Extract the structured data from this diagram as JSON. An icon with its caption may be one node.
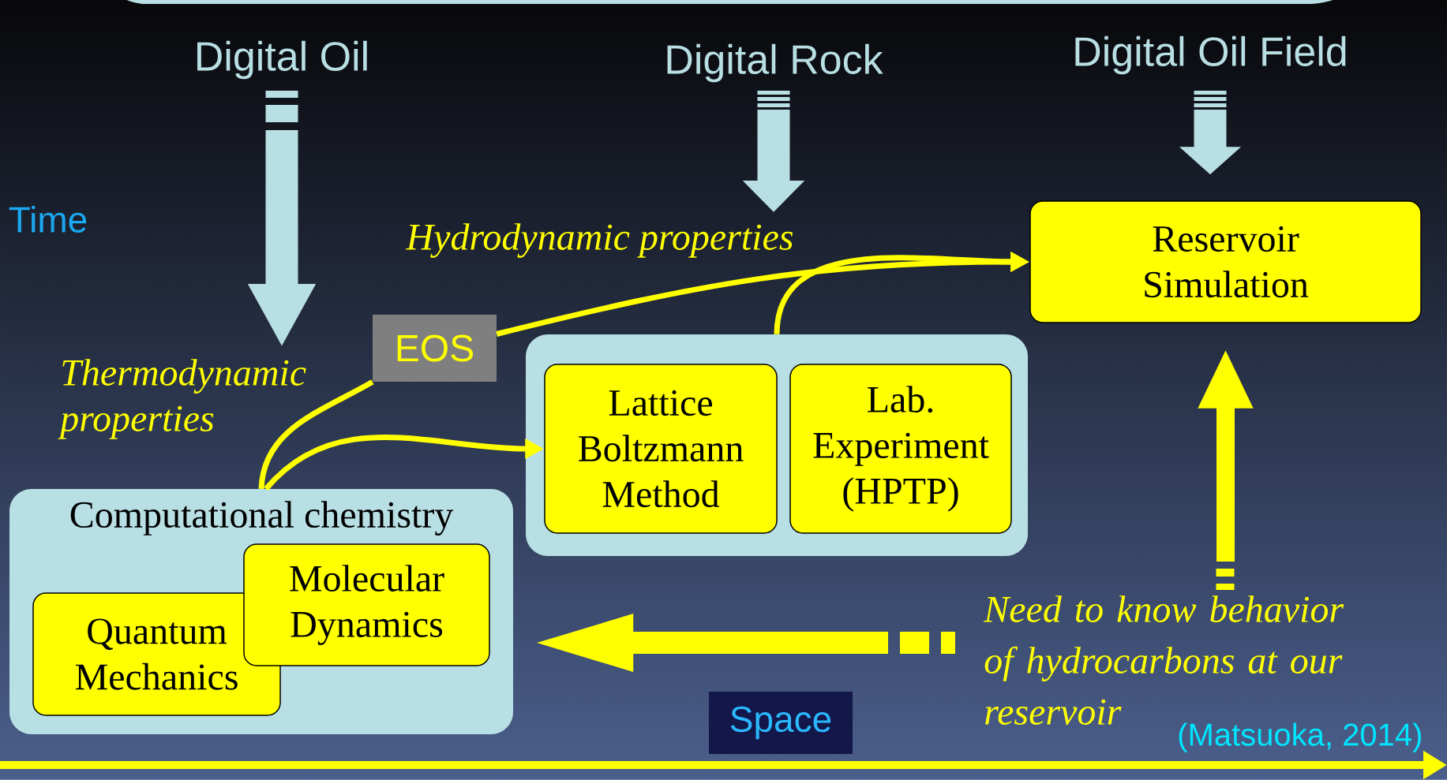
{
  "diagram": {
    "nodes": [
      {
        "text": [
          "Digital Oil"
        ]
      },
      {
        "text": [
          "Digital Rock"
        ]
      },
      {
        "text": [
          "Digital Oil Field"
        ]
      },
      {
        "text": [
          "Reservoir Simulation"
        ]
      },
      {
        "text": [
          "EOS"
        ]
      },
      {
        "text": [],
        "shape": "box"
      },
      {
        "text": [
          "Lattice Boltzmann Method"
        ],
        "in": 5
      },
      {
        "text": [
          "Lab. Experiment (HPTP)"
        ],
        "in": 5
      },
      {
        "text": [
          "Computational chemistry"
        ]
      },
      {
        "text": [
          "Quantum Mechanics"
        ],
        "in": 8
      },
      {
        "text": [
          "Molecular Dynamics"
        ],
        "in": 8
      },
      {
        "text": [
          "Need to know behavior of hydrocarbons at our reservoir"
        ]
      }
    ],
    "edges": [
      {
        "from": 0,
        "to": null,
        "arrow": "to",
        "color": "#b8dfe3"
      },
      {
        "from": 1,
        "to": null,
        "arrow": "to",
        "color": "#b8dfe3"
      },
      {
        "from": 2,
        "to": 3,
        "arrow": "to",
        "color": "#b8dfe3"
      },
      {
        "from": 8,
        "to": 4,
        "arrow": "none",
        "label": "Thermodynamic properties"
      },
      {
        "from": 4,
        "to": 3,
        "arrow": "to",
        "label": "Hydrodynamic properties"
      },
      {
        "from": 8,
        "to": 6,
        "arrow": "to"
      },
      {
        "from": 5,
        "to": 3,
        "arrow": "to"
      },
      {
        "from": 11,
        "to": 3,
        "arrow": "to"
      },
      {
        "from": 11,
        "to": 8,
        "arrow": "to"
      }
    ],
    "labels": [
      "Time",
      "Space",
      "(Matsuoka, 2014)"
    ]
  }
}
